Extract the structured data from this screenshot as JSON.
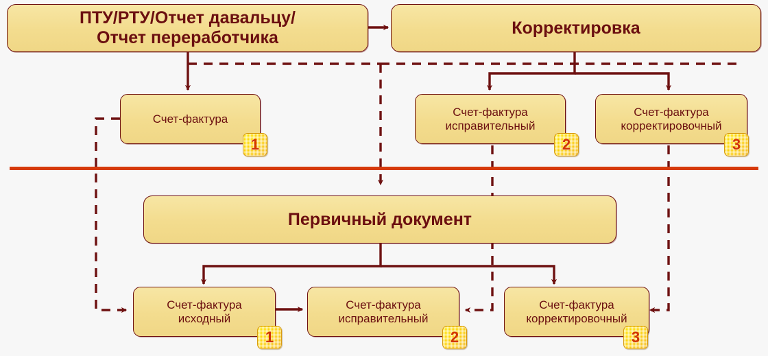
{
  "diagram": {
    "title_top_left": "ПТУ/РТУ/Отчет давальцу/\nОтчет переработчика",
    "title_top_right": "Корректировка",
    "title_middle": "Первичный документ",
    "colors": {
      "node_fill": "#f3dc8e",
      "node_border": "#6e1111",
      "text": "#6b0f10",
      "divider": "#d63a0c",
      "badge_fill": "#ffd400",
      "badge_text": "#d1340a",
      "background": "#f7f7f7"
    }
  },
  "nodes": {
    "top_left": {
      "label": "ПТУ/РТУ/Отчет давальцу/\nОтчет переработчика"
    },
    "top_right": {
      "label": "Корректировка"
    },
    "upper_invoice_1": {
      "label": "Счет-фактура",
      "badge": "1"
    },
    "upper_invoice_2": {
      "label": "Счет-фактура\nисправительный",
      "badge": "2"
    },
    "upper_invoice_3": {
      "label": "Счет-фактура\nкорректировочный",
      "badge": "3"
    },
    "primary_document": {
      "label": "Первичный документ"
    },
    "lower_invoice_1": {
      "label": "Счет-фактура\nисходный",
      "badge": "1"
    },
    "lower_invoice_2": {
      "label": "Счет-фактура\nисправительный",
      "badge": "2"
    },
    "lower_invoice_3": {
      "label": "Счет-фактура\nкорректировочный",
      "badge": "3"
    }
  },
  "badges": {
    "b1": "1",
    "b2": "2",
    "b3": "3",
    "b4": "1",
    "b5": "2",
    "b6": "3"
  },
  "connectors": [
    {
      "name": "top-left-to-correction",
      "style": "solid",
      "from": "top_left",
      "to": "top_right"
    },
    {
      "name": "top-left-to-invoice-1",
      "style": "solid",
      "from": "top_left",
      "to": "upper_invoice_1"
    },
    {
      "name": "correction-to-invoice-2",
      "style": "solid",
      "from": "top_right",
      "to": "upper_invoice_2"
    },
    {
      "name": "correction-to-invoice-3",
      "style": "solid",
      "from": "top_right",
      "to": "upper_invoice_3"
    },
    {
      "name": "top-left-dashed-to-primary-document",
      "style": "dashed",
      "from": "top_left",
      "to": "primary_document"
    },
    {
      "name": "upper-invoice-1-dashed-to-lower-invoice-1",
      "style": "dashed",
      "from": "upper_invoice_1",
      "to": "lower_invoice_1"
    },
    {
      "name": "upper-invoice-2-dashed-to-lower-invoice-2",
      "style": "dashed",
      "from": "upper_invoice_2",
      "to": "lower_invoice_2"
    },
    {
      "name": "upper-invoice-3-dashed-to-lower-invoice-3",
      "style": "dashed",
      "from": "upper_invoice_3",
      "to": "lower_invoice_3"
    },
    {
      "name": "primary-document-to-lower-invoice-1",
      "style": "solid",
      "from": "primary_document",
      "to": "lower_invoice_1"
    },
    {
      "name": "primary-document-to-lower-invoice-3",
      "style": "solid",
      "from": "primary_document",
      "to": "lower_invoice_3"
    },
    {
      "name": "lower-invoice-1-to-lower-invoice-2",
      "style": "solid",
      "from": "lower_invoice_1",
      "to": "lower_invoice_2"
    }
  ],
  "divider": {
    "name": "horizontal-separator"
  }
}
